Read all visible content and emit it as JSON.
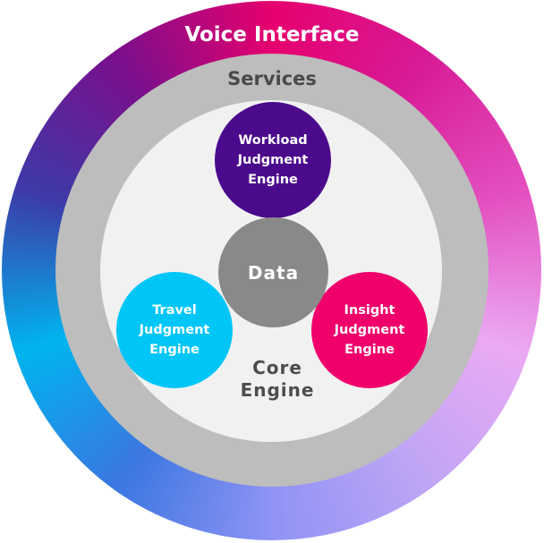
{
  "diagram": {
    "outer_ring": {
      "label": "Voice Interface"
    },
    "services_ring": {
      "label": "Services"
    },
    "core": {
      "label": "Core\nEngine"
    },
    "nodes": {
      "workload": {
        "label": "Workload\nJudgment\nEngine",
        "color": "#4b0a8c"
      },
      "travel": {
        "label": "Travel\nJudgment\nEngine",
        "color": "#00c6f7"
      },
      "insight": {
        "label": "Insight\nJudgment\nEngine",
        "color": "#f0006b"
      },
      "data": {
        "label": "Data",
        "color": "#898989"
      }
    },
    "colors": {
      "gradient": [
        "#e6006e",
        "#d81b96",
        "#e34fbf",
        "#ebaaf3",
        "#bfa5f5",
        "#8f93f5",
        "#3a77e0",
        "#00b4ef",
        "#3d3aa8",
        "#7a0f8c",
        "#e6006e"
      ],
      "services_gray": "#bdbdbd",
      "core_bg": "#f1f1f2"
    }
  }
}
